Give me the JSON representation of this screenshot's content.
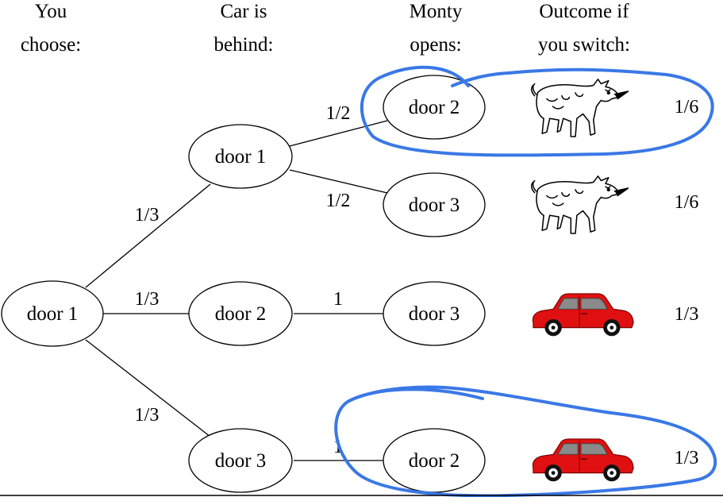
{
  "headers": {
    "you_choose": [
      "You",
      "choose:"
    ],
    "car_is_behind": [
      "Car is",
      "behind:"
    ],
    "monty_opens": [
      "Monty",
      "opens:"
    ],
    "outcome_if_switch": [
      "Outcome if",
      "you switch:"
    ]
  },
  "nodes": {
    "root": "door 1",
    "car_door1": "door 1",
    "car_door2": "door 2",
    "car_door3": "door 3",
    "monty_a": "door 2",
    "monty_b": "door 3",
    "monty_c": "door 3",
    "monty_d": "door 2"
  },
  "edge_labels": {
    "root_to_door1": "1/3",
    "root_to_door2": "1/3",
    "root_to_door3": "1/3",
    "door1_to_montyA": "1/2",
    "door1_to_montyB": "1/2",
    "door2_to_montyC": "1",
    "door3_to_montyD": "1"
  },
  "outcomes": [
    {
      "icon": "goat-icon",
      "probability": "1/6"
    },
    {
      "icon": "goat-icon",
      "probability": "1/6"
    },
    {
      "icon": "car-icon",
      "probability": "1/3"
    },
    {
      "icon": "car-icon",
      "probability": "1/3"
    }
  ],
  "colors": {
    "line": "#000000",
    "annotation": "#3a78e6",
    "car_body": "#e01010",
    "car_window": "#8a8a8a"
  }
}
